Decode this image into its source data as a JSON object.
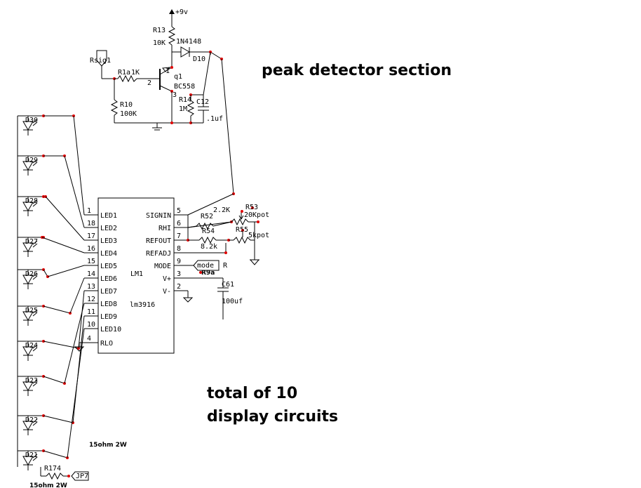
{
  "headings": {
    "peak": "peak detector section",
    "total_line1": "total of 10",
    "total_line2": "display circuits"
  },
  "notes": {
    "r_bottom_value": "15ohm 2W",
    "r_bottom_value2": "15ohm 2W"
  },
  "supply": {
    "label": "+9v"
  },
  "components": {
    "r13_name": "R13",
    "r13_value": "10K",
    "d_1n4148": "1N4148",
    "d10": "D10",
    "rsig": "Rsig1",
    "r1a": "R1a",
    "r1a_value": "1K",
    "q1": "q1",
    "q1_part": "BC558",
    "q_pin2": "2",
    "q_pin1": "1",
    "q_pin3": "3",
    "r14": "R14",
    "r14_value": "1M",
    "c12": "C12",
    "c12_value": ".1uf",
    "r10": "R10",
    "r10_value": "100K",
    "r53": "R53",
    "r53_value": "20Kpot",
    "r52": "R52",
    "r52_value": "2.2K",
    "r54": "R54",
    "r54_value": "8.2k",
    "r55": "R55",
    "r55_value": "5kpot",
    "mode": "mode",
    "mode_r": "R",
    "mode_r_value": "R9a",
    "c61": "C61",
    "c61_value": "100uf",
    "r174": "R174",
    "jp7": "JP7"
  },
  "chip": {
    "ref": "LM1",
    "part": "lm3916",
    "left_pins": [
      {
        "num": "1",
        "name": "LED1"
      },
      {
        "num": "18",
        "name": "LED2"
      },
      {
        "num": "17",
        "name": "LED3"
      },
      {
        "num": "16",
        "name": "LED4"
      },
      {
        "num": "15",
        "name": "LED5"
      },
      {
        "num": "14",
        "name": "LED6"
      },
      {
        "num": "13",
        "name": "LED7"
      },
      {
        "num": "12",
        "name": "LED8"
      },
      {
        "num": "11",
        "name": "LED9"
      },
      {
        "num": "10",
        "name": "LED10"
      },
      {
        "num": "4",
        "name": "RLO"
      }
    ],
    "right_pins": [
      {
        "num": "5",
        "name": "SIGNIN"
      },
      {
        "num": "6",
        "name": "RHI"
      },
      {
        "num": "7",
        "name": "REFOUT"
      },
      {
        "num": "8",
        "name": "REFADJ"
      },
      {
        "num": "9",
        "name": "MODE"
      },
      {
        "num": "3",
        "name": "V+"
      },
      {
        "num": "2",
        "name": "V-"
      }
    ]
  },
  "leds": [
    "D30",
    "D29",
    "D28",
    "D27",
    "D26",
    "D25",
    "D24",
    "D23",
    "D22",
    "D21"
  ]
}
